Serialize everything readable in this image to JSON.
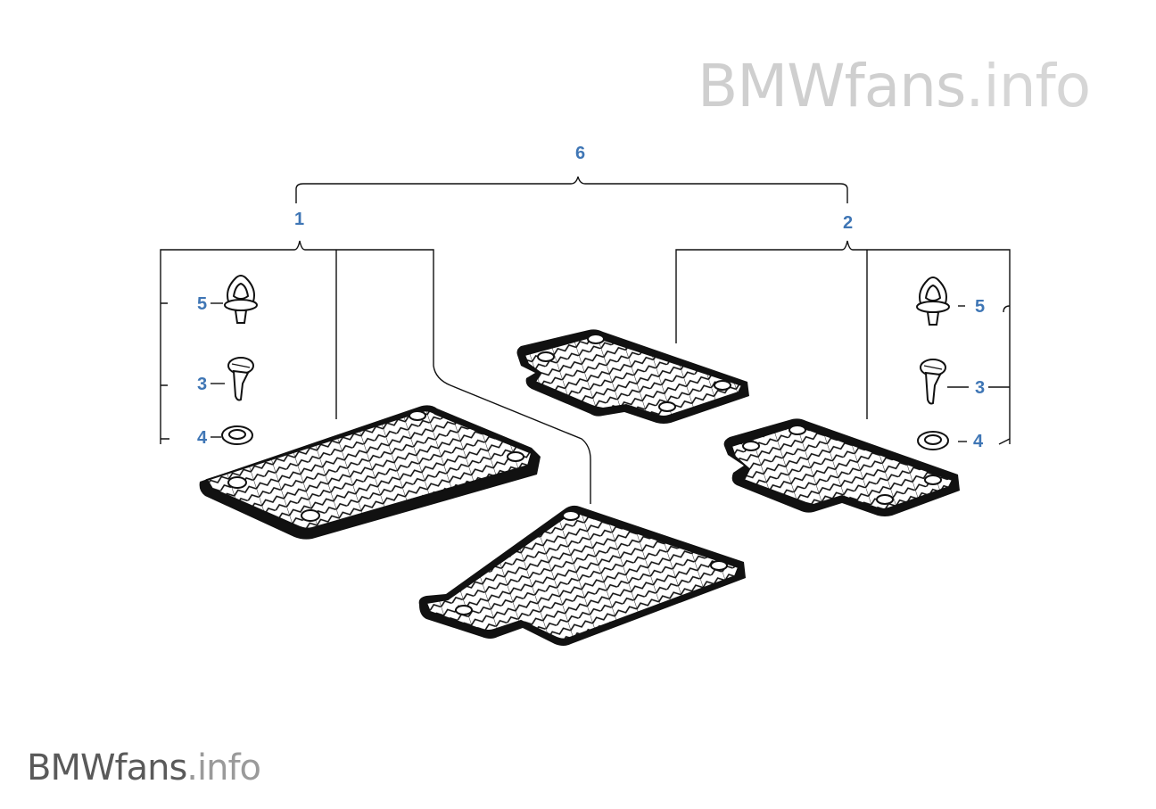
{
  "watermark": {
    "top_brand": "BMWfans",
    "top_tld": ".info",
    "bottom_brand": "BMWfans",
    "bottom_tld": ".info"
  },
  "callouts": {
    "kit": "6",
    "front_set": "1",
    "rear_set": "2",
    "left_clip": "5",
    "left_fastener": "3",
    "left_grommet": "4",
    "right_clip": "5",
    "right_fastener": "3",
    "right_grommet": "4"
  },
  "colors": {
    "callout": "#3f76b5",
    "line": "#111111",
    "watermark_top": "#cfcfcf",
    "watermark_bottom": "#5a5a5a"
  }
}
